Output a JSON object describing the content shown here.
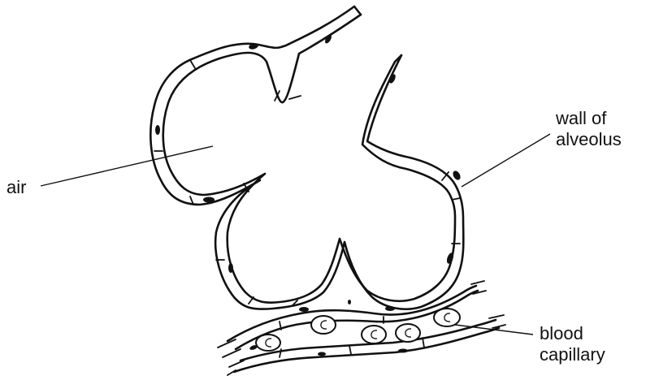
{
  "labels": {
    "air": "air",
    "wall_line1": "wall of",
    "wall_line2": "alveolus",
    "blood_line1": "blood",
    "blood_line2": "capillary"
  },
  "colors": {
    "ink": "#111111",
    "background": "#ffffff"
  }
}
